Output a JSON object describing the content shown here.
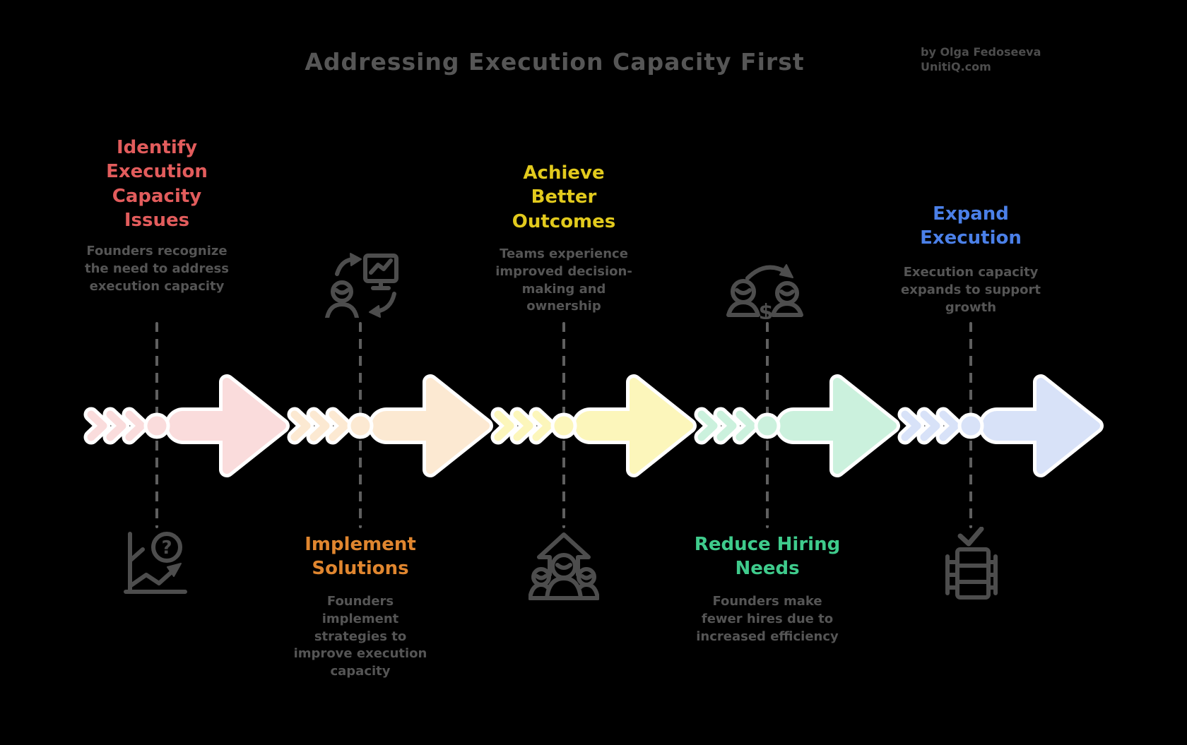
{
  "palette": {
    "background": "#000000",
    "heading_gray": "#565656",
    "body_gray": "#555555",
    "icon_gray": "#4d4d4d"
  },
  "header": {
    "title": "Addressing Execution Capacity First",
    "byline_author": "by Olga Fedoseeva",
    "byline_site": "UnitiQ.com"
  },
  "stages": [
    {
      "title": "Identify Execution Capacity Issues",
      "description": "Founders recognize the need to address execution capacity",
      "accent": "#e25c5c",
      "fill": "#fadcdc",
      "icon": "declining-chart-question-icon",
      "text_position": "top"
    },
    {
      "title": "Implement Solutions",
      "description": "Founders implement strategies to improve execution capacity",
      "accent": "#e0862f",
      "fill": "#fce9d2",
      "icon": "person-monitor-cycle-icon",
      "text_position": "bottom"
    },
    {
      "title": "Achieve Better Outcomes",
      "description": "Teams experience improved decision-making and ownership",
      "accent": "#e2ca1d",
      "fill": "#fcf6bb",
      "icon": "team-growth-arrow-icon",
      "text_position": "top"
    },
    {
      "title": "Reduce Hiring Needs",
      "description": "Founders make fewer hires due to increased efficiency",
      "accent": "#3fcb8c",
      "fill": "#cbf1dd",
      "icon": "people-transfer-dollar-icon",
      "text_position": "bottom"
    },
    {
      "title": "Expand Execution",
      "description": "Execution capacity expands to support growth",
      "accent": "#4b80e8",
      "fill": "#d8e2f8",
      "icon": "server-check-icon",
      "text_position": "top"
    }
  ]
}
